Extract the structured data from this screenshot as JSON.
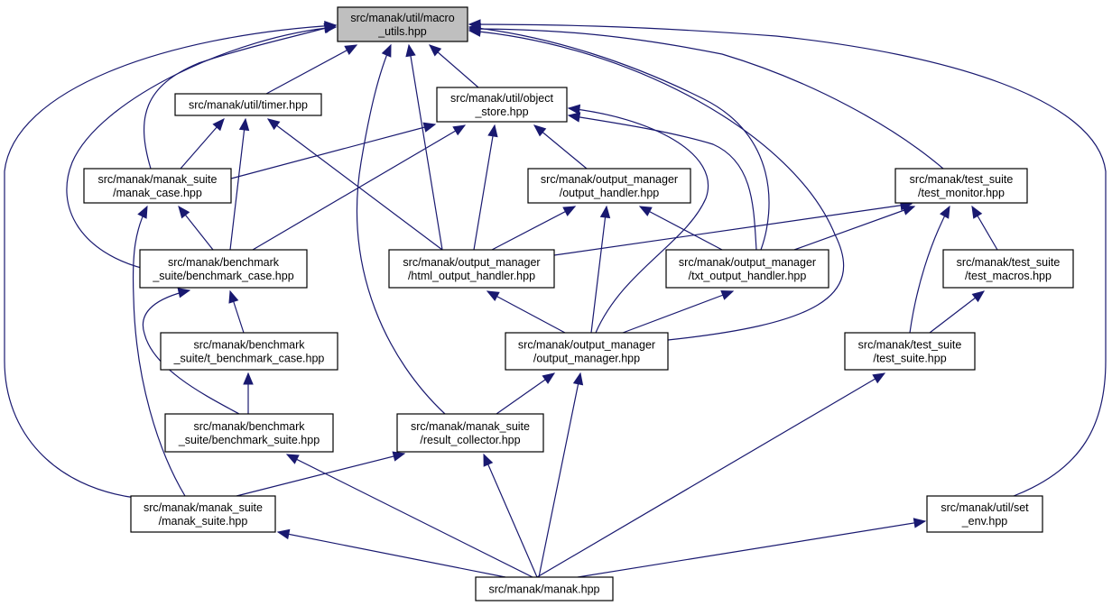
{
  "colors": {
    "edge": "#191970",
    "node_fill": "#ffffff",
    "node_border": "#000000",
    "highlight_fill": "#bfbfbf",
    "text": "#000000"
  },
  "nodes": [
    {
      "id": "macro_utils",
      "lines": [
        "src/manak/util/macro",
        "_utils.hpp"
      ],
      "highlight": true
    },
    {
      "id": "timer",
      "lines": [
        "src/manak/util/timer.hpp"
      ]
    },
    {
      "id": "object_store",
      "lines": [
        "src/manak/util/object",
        "_store.hpp"
      ]
    },
    {
      "id": "manak_case",
      "lines": [
        "src/manak/manak_suite",
        "/manak_case.hpp"
      ]
    },
    {
      "id": "output_handler",
      "lines": [
        "src/manak/output_manager",
        "/output_handler.hpp"
      ]
    },
    {
      "id": "test_monitor",
      "lines": [
        "src/manak/test_suite",
        "/test_monitor.hpp"
      ]
    },
    {
      "id": "benchmark_case",
      "lines": [
        "src/manak/benchmark",
        "_suite/benchmark_case.hpp"
      ]
    },
    {
      "id": "html_output_handler",
      "lines": [
        "src/manak/output_manager",
        "/html_output_handler.hpp"
      ]
    },
    {
      "id": "txt_output_handler",
      "lines": [
        "src/manak/output_manager",
        "/txt_output_handler.hpp"
      ]
    },
    {
      "id": "test_macros",
      "lines": [
        "src/manak/test_suite",
        "/test_macros.hpp"
      ]
    },
    {
      "id": "t_benchmark_case",
      "lines": [
        "src/manak/benchmark",
        "_suite/t_benchmark_case.hpp"
      ]
    },
    {
      "id": "output_manager",
      "lines": [
        "src/manak/output_manager",
        "/output_manager.hpp"
      ]
    },
    {
      "id": "test_suite",
      "lines": [
        "src/manak/test_suite",
        "/test_suite.hpp"
      ]
    },
    {
      "id": "benchmark_suite",
      "lines": [
        "src/manak/benchmark",
        "_suite/benchmark_suite.hpp"
      ]
    },
    {
      "id": "result_collector",
      "lines": [
        "src/manak/manak_suite",
        "/result_collector.hpp"
      ]
    },
    {
      "id": "manak_suite",
      "lines": [
        "src/manak/manak_suite",
        "/manak_suite.hpp"
      ]
    },
    {
      "id": "set_env",
      "lines": [
        "src/manak/util/set",
        "_env.hpp"
      ]
    },
    {
      "id": "manak",
      "lines": [
        "src/manak/manak.hpp"
      ]
    }
  ],
  "edges": [
    {
      "from": "timer",
      "to": "macro_utils"
    },
    {
      "from": "object_store",
      "to": "macro_utils"
    },
    {
      "from": "manak_case",
      "to": "macro_utils"
    },
    {
      "from": "benchmark_case",
      "to": "macro_utils"
    },
    {
      "from": "html_output_handler",
      "to": "macro_utils"
    },
    {
      "from": "txt_output_handler",
      "to": "macro_utils"
    },
    {
      "from": "output_manager",
      "to": "macro_utils"
    },
    {
      "from": "result_collector",
      "to": "macro_utils"
    },
    {
      "from": "manak_suite",
      "to": "macro_utils"
    },
    {
      "from": "test_monitor",
      "to": "macro_utils"
    },
    {
      "from": "set_env",
      "to": "macro_utils"
    },
    {
      "from": "manak_case",
      "to": "timer"
    },
    {
      "from": "benchmark_case",
      "to": "timer"
    },
    {
      "from": "html_output_handler",
      "to": "timer"
    },
    {
      "from": "manak_case",
      "to": "object_store"
    },
    {
      "from": "benchmark_case",
      "to": "object_store"
    },
    {
      "from": "html_output_handler",
      "to": "object_store"
    },
    {
      "from": "output_handler",
      "to": "object_store"
    },
    {
      "from": "txt_output_handler",
      "to": "object_store"
    },
    {
      "from": "output_manager",
      "to": "object_store"
    },
    {
      "from": "benchmark_case",
      "to": "manak_case"
    },
    {
      "from": "manak_suite",
      "to": "manak_case"
    },
    {
      "from": "html_output_handler",
      "to": "output_handler"
    },
    {
      "from": "txt_output_handler",
      "to": "output_handler"
    },
    {
      "from": "output_manager",
      "to": "output_handler"
    },
    {
      "from": "html_output_handler",
      "to": "test_monitor"
    },
    {
      "from": "txt_output_handler",
      "to": "test_monitor"
    },
    {
      "from": "test_macros",
      "to": "test_monitor"
    },
    {
      "from": "test_suite",
      "to": "test_monitor"
    },
    {
      "from": "t_benchmark_case",
      "to": "benchmark_case"
    },
    {
      "from": "benchmark_suite",
      "to": "benchmark_case"
    },
    {
      "from": "output_manager",
      "to": "html_output_handler"
    },
    {
      "from": "output_manager",
      "to": "txt_output_handler"
    },
    {
      "from": "test_suite",
      "to": "test_macros"
    },
    {
      "from": "benchmark_suite",
      "to": "t_benchmark_case"
    },
    {
      "from": "result_collector",
      "to": "output_manager"
    },
    {
      "from": "manak",
      "to": "output_manager"
    },
    {
      "from": "manak",
      "to": "test_suite"
    },
    {
      "from": "manak",
      "to": "benchmark_suite"
    },
    {
      "from": "manak_suite",
      "to": "result_collector"
    },
    {
      "from": "manak",
      "to": "result_collector"
    },
    {
      "from": "manak",
      "to": "manak_suite"
    },
    {
      "from": "manak",
      "to": "set_env"
    }
  ]
}
